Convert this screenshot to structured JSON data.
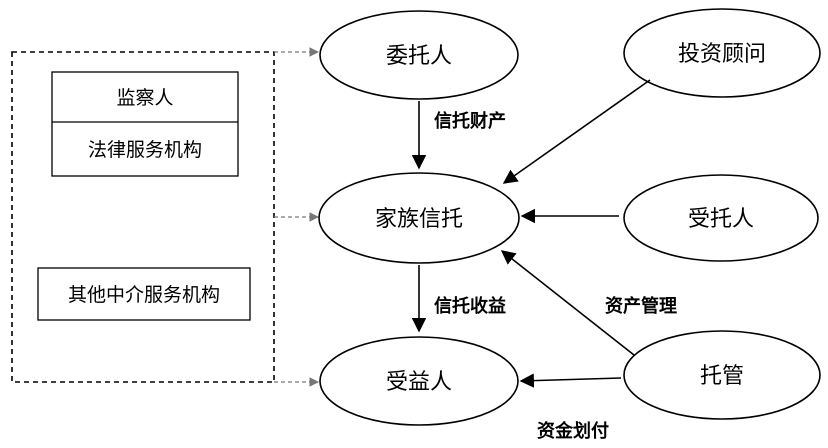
{
  "nodes": {
    "settlor": "委托人",
    "family_trust": "家族信托",
    "beneficiary": "受益人",
    "investment_advisor": "投资顾问",
    "trustee": "受托人",
    "custodian": "托管"
  },
  "service_boxes": {
    "supervisor": "监察人",
    "legal_services": "法律服务机构",
    "other_intermediaries": "其他中介服务机构"
  },
  "edge_labels": {
    "trust_property": "信托财产",
    "trust_income": "信托收益",
    "asset_management": "资产管理",
    "fund_transfer": "资金划付"
  }
}
